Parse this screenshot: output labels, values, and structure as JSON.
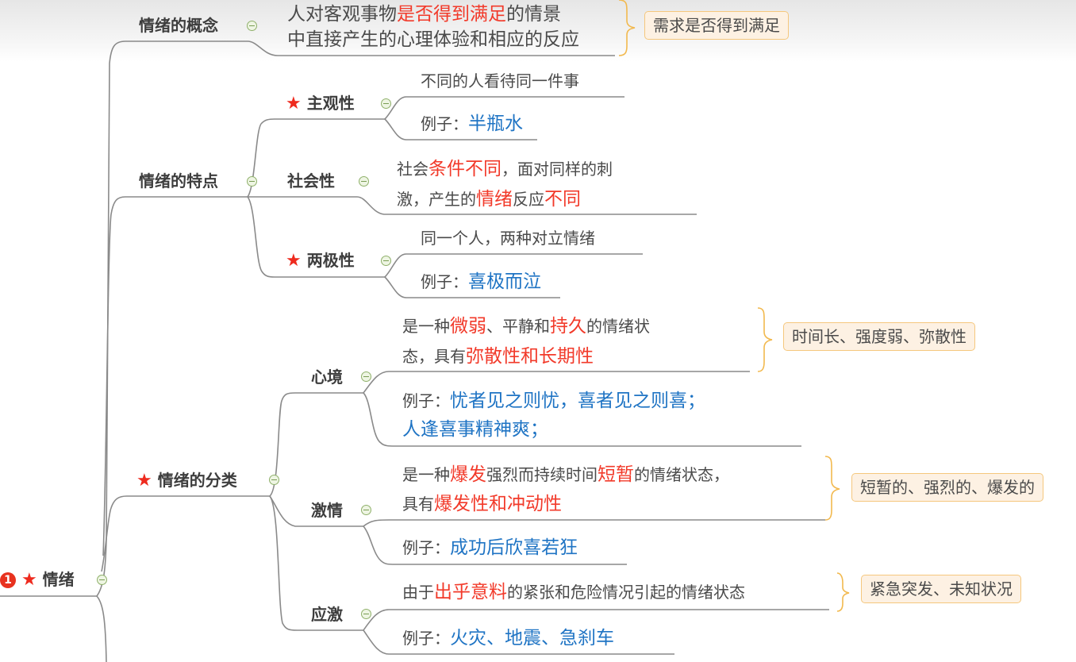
{
  "root": {
    "label": "情绪",
    "badge": "1",
    "icon": "star-icon"
  },
  "branches": {
    "concept": {
      "label": "情绪的概念",
      "text": {
        "line1_pre": "人对客观事物",
        "line1_red": "是否得到满足",
        "line1_post": "的情景",
        "line2": "中直接产生的心理体验和相应的反应"
      },
      "summary": "需求是否得到满足"
    },
    "features": {
      "label": "情绪的特点",
      "subjective": {
        "label": "主观性",
        "icon": "star-icon",
        "desc": "不同的人看待同一件事",
        "example_prefix": "例子：",
        "example": "半瓶水"
      },
      "social": {
        "label": "社会性",
        "line1_pre": "社会",
        "line1_red": "条件不同",
        "line1_post": "，面对同样的刺",
        "line2_pre": "激，产生的",
        "line2_red": "情绪",
        "line2_mid": "反应",
        "line2_red2": "不同"
      },
      "polarity": {
        "label": "两极性",
        "icon": "star-icon",
        "desc": "同一个人，两种对立情绪",
        "example_prefix": "例子：",
        "example": "喜极而泣"
      }
    },
    "classification": {
      "label": "情绪的分类",
      "icon": "star-icon",
      "mood": {
        "label": "心境",
        "line1_pre": "是一种",
        "line1_red": "微弱",
        "line1_mid": "、平静和",
        "line1_red2": "持久",
        "line1_post": "的情绪状",
        "line2_pre": "态，具有",
        "line2_red": "弥散性和长期性",
        "example_prefix": "例子：",
        "example_line1": "忧者见之则忧，喜者见之则喜；",
        "example_line2": "人逢喜事精神爽；",
        "summary": "时间长、强度弱、弥散性"
      },
      "passion": {
        "label": "激情",
        "line1_pre": "是一种",
        "line1_red": "爆发",
        "line1_mid": "强烈而持续时间",
        "line1_red2": "短暂",
        "line1_post": "的情绪状态，",
        "line2_pre": "具有",
        "line2_red": "爆发性和冲动性",
        "example_prefix": "例子：",
        "example": "成功后欣喜若狂",
        "summary": "短暂的、强烈的、爆发的"
      },
      "stress": {
        "label": "应激",
        "line1_pre": "由于",
        "line1_red": "出乎意料",
        "line1_post": "的紧张和危险情况引起的情绪状态",
        "example_prefix": "例子：",
        "example": "火灾、地震、急刹车",
        "summary": "紧急突发、未知状况"
      }
    }
  },
  "colors": {
    "line": "#8a8a8a",
    "highlight_red": "#f23a2a",
    "example_blue": "#1f74c4",
    "summary_bg": "#fdf1e3",
    "summary_border": "#f5c77d",
    "brace": "#f2b94e",
    "collapse_green": "#8fb06a"
  }
}
